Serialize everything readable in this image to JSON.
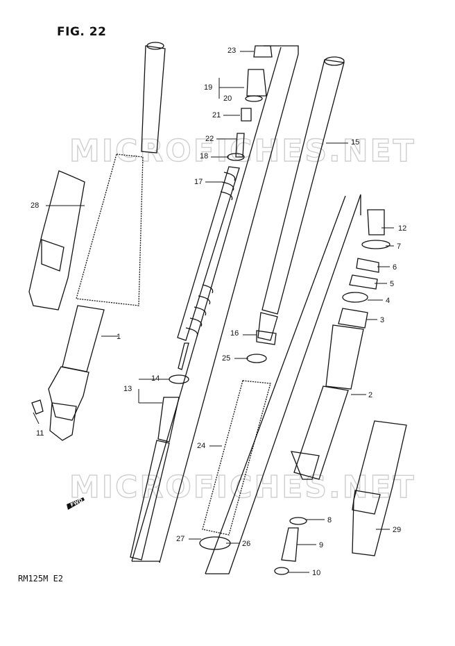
{
  "figure": {
    "title": "FIG. 22",
    "model_code": "RM125M E2",
    "watermark": "MICROFICHES.NET",
    "direction_badge": "FWD"
  },
  "callouts": [
    "1",
    "2",
    "3",
    "4",
    "5",
    "6",
    "7",
    "8",
    "9",
    "10",
    "11",
    "12",
    "13",
    "14",
    "15",
    "16",
    "17",
    "18",
    "19",
    "20",
    "21",
    "22",
    "23",
    "24",
    "25",
    "26",
    "27",
    "28",
    "29"
  ]
}
